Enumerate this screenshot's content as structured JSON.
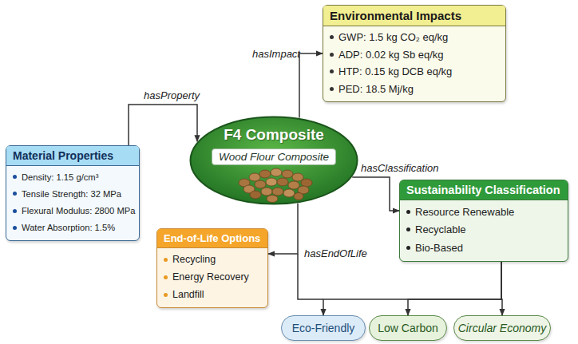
{
  "diagram": {
    "nodes": [
      {
        "text": [
          "Material Properties",
          "Density: 1.15 g/cm³",
          "Tensile Strength: 32 MPa",
          "Flexural Modulus: 2800 MPa",
          "Water Absorption: 1.5%"
        ]
      },
      {
        "text": [
          "Environmental Impacts",
          "GWP: 1.5 kg CO₂ eq/kg",
          "ADP: 0.02 kg Sb eq/kg",
          "HTP: 0.15 kg DCB eq/kg",
          "PED: 18.5 Mj/kg"
        ]
      },
      {
        "text": [
          "F4 Composite",
          "Wood Flour Composite"
        ]
      },
      {
        "text": [
          "Sustainability Classification",
          "Resource Renewable",
          "Recyclable",
          "Bio-Based"
        ]
      },
      {
        "text": [
          "End-of-Life Options",
          "Recycling",
          "Energy Recovery",
          "Landfill"
        ]
      },
      {
        "text": [
          "Eco-Friendly"
        ]
      },
      {
        "text": [
          "Low Carbon"
        ]
      },
      {
        "text": [
          "Circular Economy"
        ]
      }
    ],
    "edges": [
      {
        "from": 0,
        "to": 2,
        "label": "hasProperty",
        "arrow": "to"
      },
      {
        "from": 2,
        "to": 1,
        "label": "hasImpact",
        "arrow": "to"
      },
      {
        "from": 2,
        "to": 3,
        "label": "hasClassification",
        "arrow": "to"
      },
      {
        "from": 2,
        "to": 4,
        "label": "hasEndOfLife",
        "arrow": "to"
      },
      {
        "from": 3,
        "to": 5,
        "arrow": "to"
      },
      {
        "from": 3,
        "to": 6,
        "arrow": "to"
      },
      {
        "from": 3,
        "to": 7,
        "arrow": "to"
      }
    ]
  }
}
